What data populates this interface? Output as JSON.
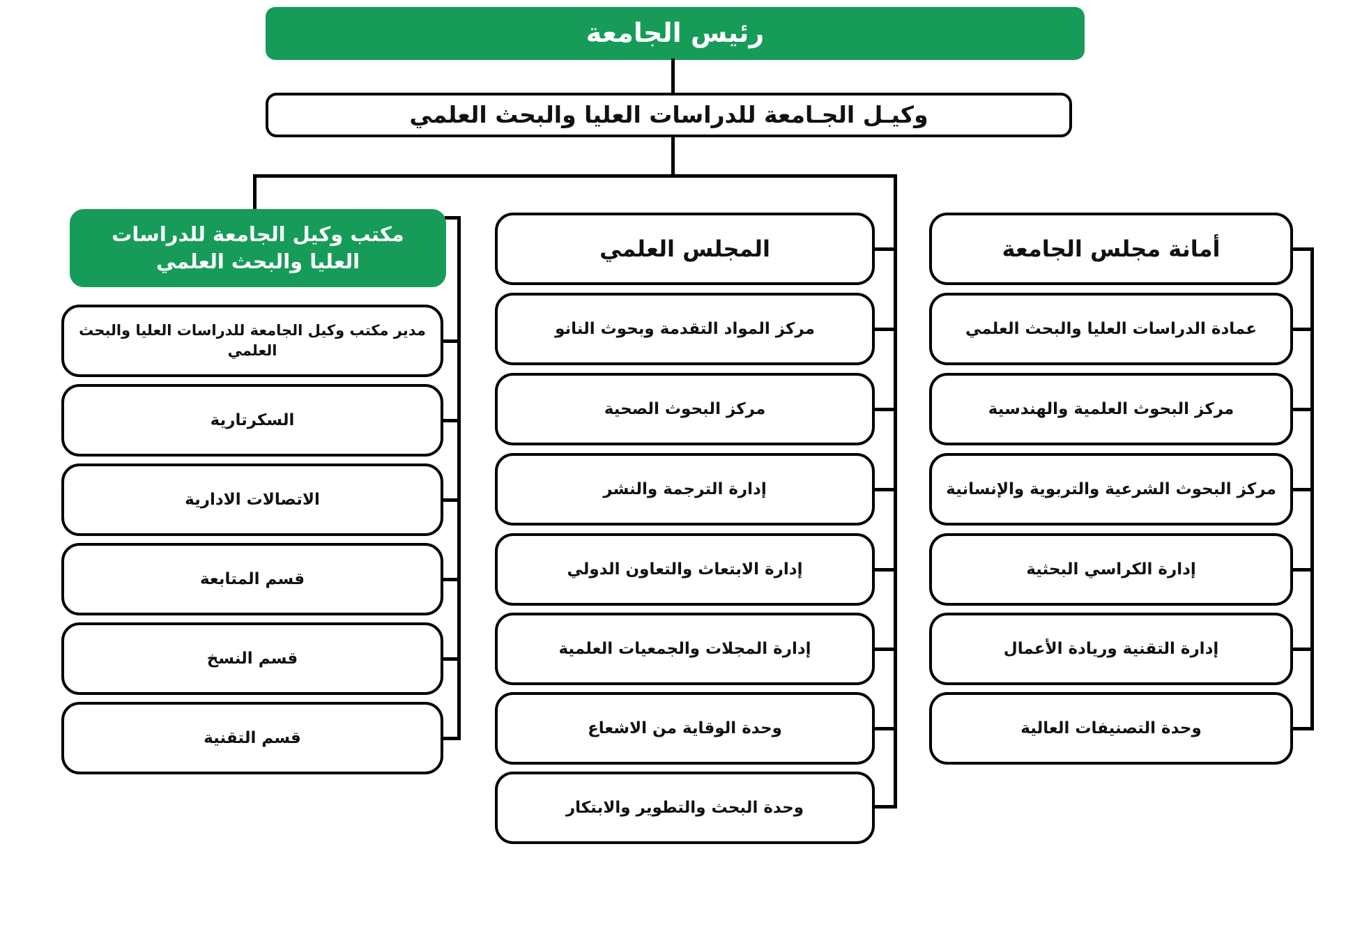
{
  "page": {
    "background": "#ffffff"
  },
  "colors": {
    "green_accent": "#169c58",
    "box_border": "#000000",
    "connector": "#000000",
    "text_on_green": "#ffffff",
    "text_on_white": "#111111"
  },
  "top": {
    "president": "رئيس الجامعة",
    "vice_rector": "وكيـل الجـامعة للدراسات العليا والبحث العلمي"
  },
  "columns": [
    {
      "id": "vice-rector-office",
      "header": "مكتب وكيل الجامعة للدراسات العليا والبحث العلمي",
      "header_variant": "green",
      "items": [
        "مدير مكتب وكيل الجامعة للدراسات العليا والبحث العلمي",
        "السكرتارية",
        "الاتصالات الادارية",
        "قسم المتابعة",
        "قسم النسخ",
        "قسم التقنية"
      ]
    },
    {
      "id": "scientific-council",
      "header": "المجلس العلمي",
      "header_variant": "white",
      "items": [
        "مركز المواد التقدمة وبحوث النانو",
        "مركز البحوث الصحية",
        "إدارة الترجمة والنشر",
        "إدارة الابتعاث والتعاون الدولي",
        "إدارة المجلات والجمعيات العلمية",
        "وحدة الوقاية من الاشعاع",
        "وحدة البحث والتطوير والابتكار"
      ]
    },
    {
      "id": "university-council-secretariat",
      "header": "أمانة مجلس الجامعة",
      "header_variant": "white",
      "items": [
        "عمادة الدراسات العليا والبحث العلمي",
        "مركز البحوث العلمية والهندسية",
        "مركز البحوث الشرعية والتربوية والإنسانية",
        "إدارة الكراسي البحثية",
        "إدارة التقنية وريادة الأعمال",
        "وحدة التصنيفات العالية"
      ]
    }
  ]
}
